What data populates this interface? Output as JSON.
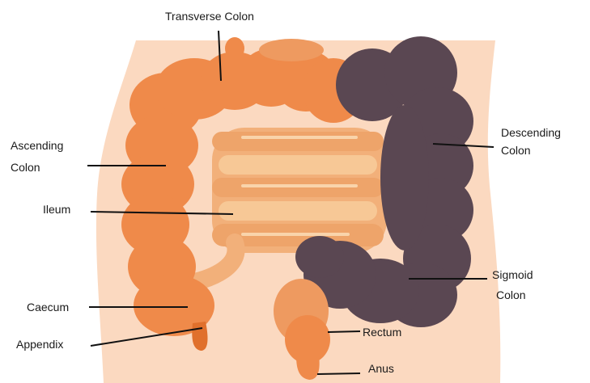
{
  "labels": {
    "transverse_colon": "Transverse Colon",
    "ascending_colon_1": "Ascending",
    "ascending_colon_2": "Colon",
    "descending_colon_1": "Descending",
    "descending_colon_2": "Colon",
    "ileum": "Ileum",
    "sigmoid_colon_1": "Sigmoid",
    "sigmoid_colon_2": "Colon",
    "caecum": "Caecum",
    "appendix": "Appendix",
    "rectum": "Rectum",
    "anus": "Anus"
  },
  "colors": {
    "skin": "#fbd9c0",
    "colon_orange": "#ef8a4a",
    "colon_orange_dark": "#e0702c",
    "small_intestine": "#f2b07a",
    "small_intestine_light": "#f7c896",
    "descending_sigmoid": "#5a4752",
    "rectum": "#ee9a60",
    "leader_line": "#111111"
  }
}
